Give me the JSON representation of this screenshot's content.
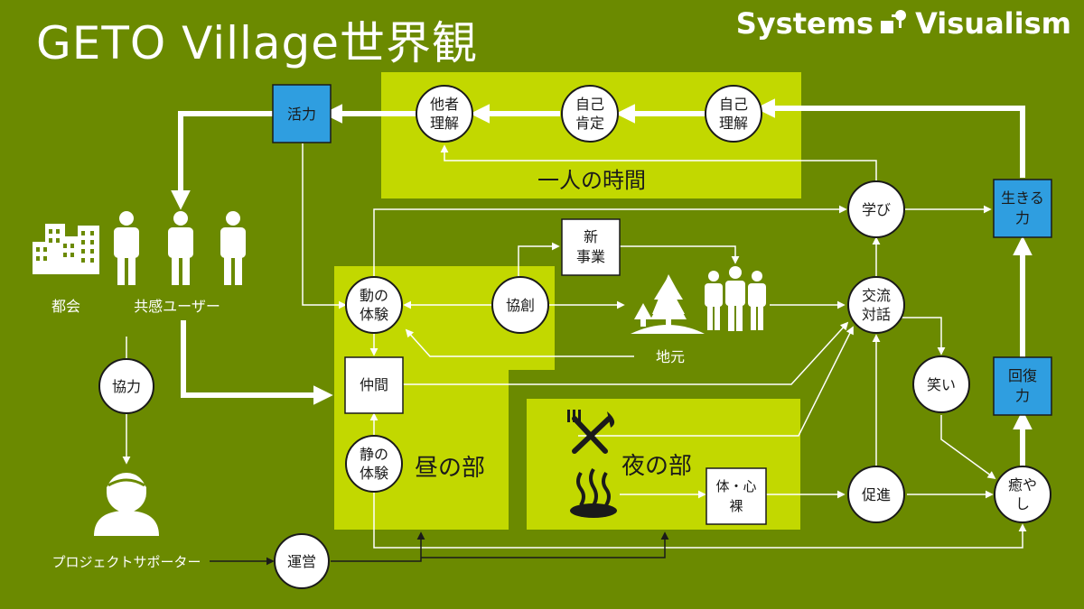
{
  "title": "GETO Village世界観",
  "brand": {
    "left": "Systems",
    "right": "Visualism"
  },
  "colors": {
    "background": "#6b8a00",
    "panel": "#c2d800",
    "accent_blue": "#2f9ee0",
    "line": "#ffffff",
    "dark_line": "#1a1a1a"
  },
  "regions": {
    "alone_time": "一人の時間",
    "day_part": "昼の部",
    "night_part": "夜の部"
  },
  "nodes": {
    "other_understanding": [
      "他者",
      "理解"
    ],
    "self_affirmation": [
      "自己",
      "肯定"
    ],
    "self_understanding": [
      "自己",
      "理解"
    ],
    "vitality": [
      "活力"
    ],
    "learning": [
      "学び"
    ],
    "living_power": [
      "生きる",
      "力"
    ],
    "new_business": [
      "新",
      "事業"
    ],
    "dynamic_experience": [
      "動の",
      "体験"
    ],
    "co_creation": [
      "協創"
    ],
    "exchange_dialogue": [
      "交流",
      "対話"
    ],
    "companions": [
      "仲間"
    ],
    "laughter": [
      "笑い"
    ],
    "recovery_power": [
      "回復",
      "力"
    ],
    "static_experience": [
      "静の",
      "体験"
    ],
    "body_mind_naked": [
      "体・心",
      "裸"
    ],
    "promotion": [
      "促進"
    ],
    "healing": [
      "癒や",
      "し"
    ],
    "cooperation": [
      "協力"
    ],
    "operation": [
      "運営"
    ]
  },
  "labels": {
    "city": "都会",
    "empathic_users": "共感ユーザー",
    "locals": "地元",
    "project_supporter": "プロジェクトサポーター"
  },
  "icons": [
    "city-buildings-icon",
    "person-icon",
    "trees-icon",
    "people-group-icon",
    "fork-knife-icon",
    "hot-spring-icon",
    "supporter-avatar-icon",
    "systems-visualism-logo-icon"
  ]
}
